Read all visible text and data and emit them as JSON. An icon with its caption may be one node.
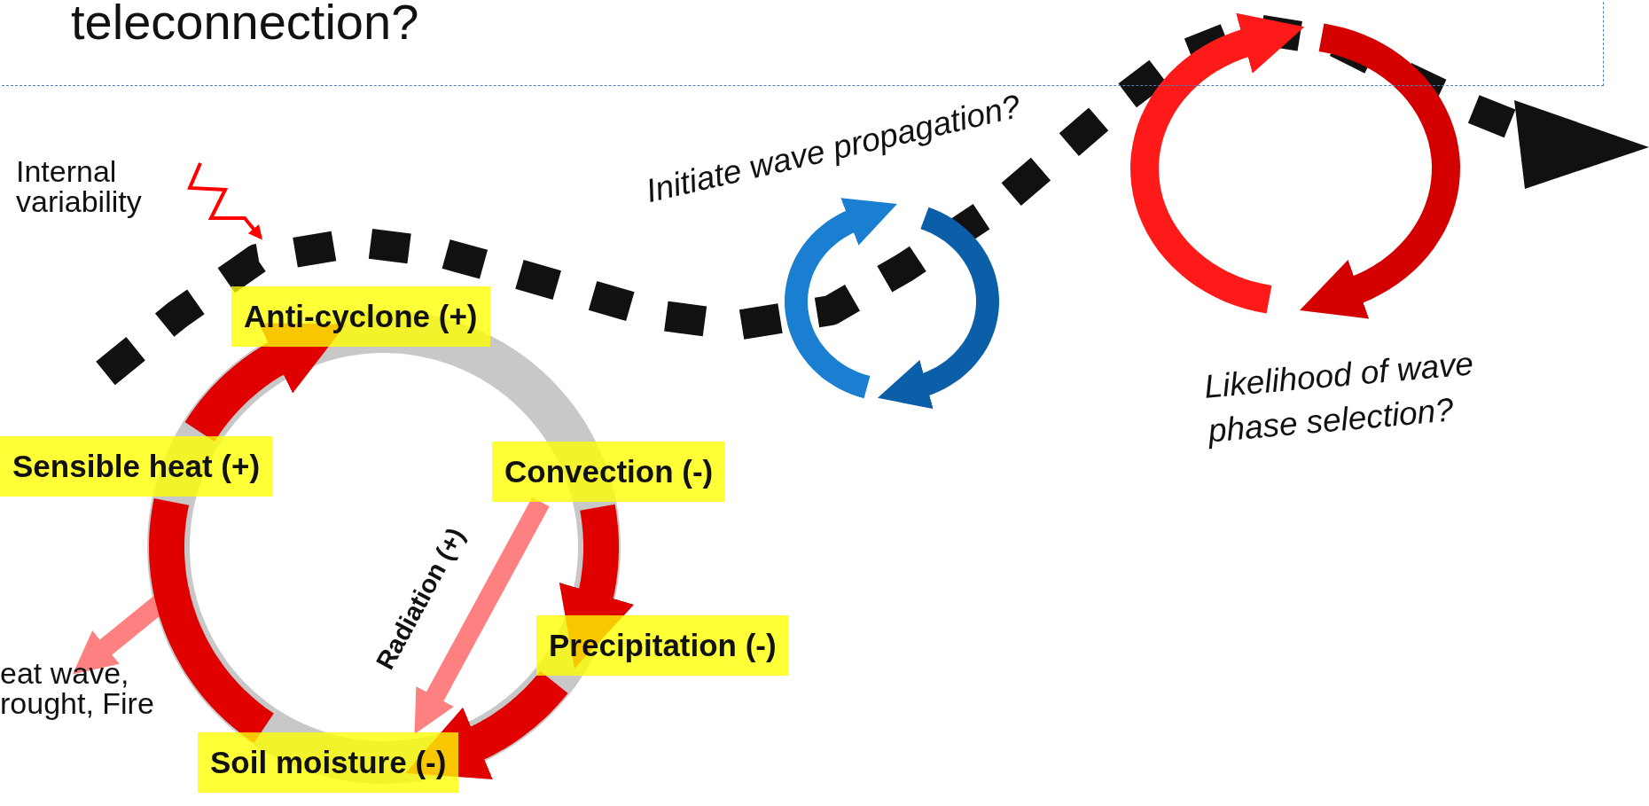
{
  "diagram": {
    "nodes": [
      {
        "text": [
          "teleconnection?"
        ]
      },
      {
        "text": [
          "Internal variability"
        ]
      },
      {
        "text": [
          "Anti-cyclone (+)"
        ]
      },
      {
        "text": [
          "Sensible heat (+)"
        ]
      },
      {
        "text": [
          "Convection (-)"
        ]
      },
      {
        "text": [
          "Precipitation (-)"
        ]
      },
      {
        "text": [
          "Soil moisture (-)"
        ]
      },
      {
        "text": [
          "eat wave, rought, Fire"
        ]
      }
    ],
    "edges": [
      {
        "from": 1,
        "to": null,
        "arrow": "to",
        "color": "#ff0000"
      },
      {
        "from": 4,
        "to": 6,
        "arrow": "to",
        "label": "Radiation (+)",
        "color": "#ff8080"
      },
      {
        "from": null,
        "to": 7,
        "arrow": "to",
        "color": "#ff8080"
      },
      {
        "from": 3,
        "to": 2,
        "arrow": "to",
        "color": "#e00000"
      },
      {
        "from": 4,
        "to": 5,
        "arrow": "to",
        "color": "#e00000"
      },
      {
        "from": 5,
        "to": 6,
        "arrow": "to",
        "color": "#e00000"
      },
      {
        "from": 3,
        "to": 6,
        "arrow": "none",
        "color": "#e00000"
      }
    ],
    "labels": [
      "Initiate wave propagation?",
      "Likelihood of wave phase selection?"
    ]
  }
}
